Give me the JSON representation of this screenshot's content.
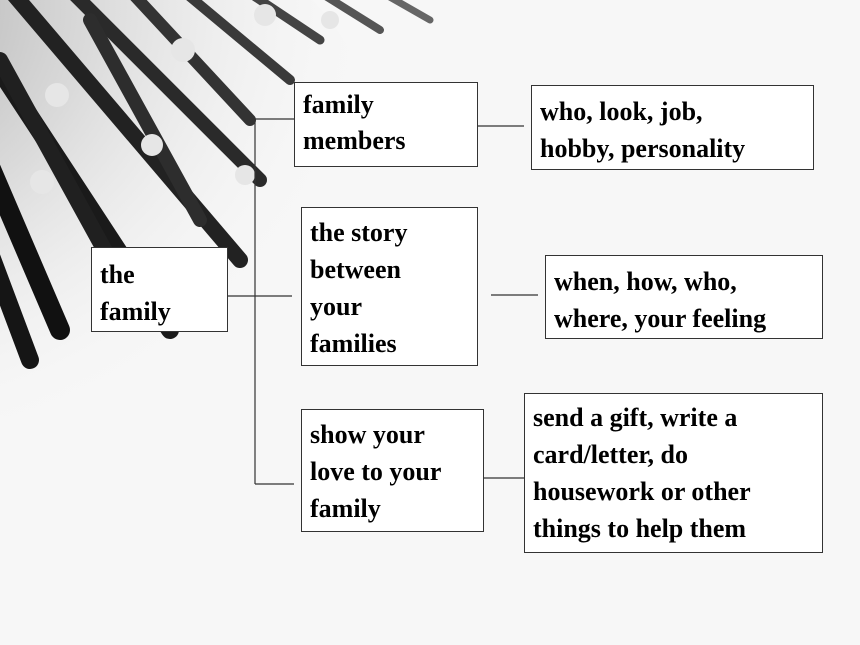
{
  "diagram": {
    "root": {
      "label": "the\nfamily"
    },
    "branches": [
      {
        "label": "family\nmembers",
        "details": "who, look, job,\nhobby, personality"
      },
      {
        "label": "the story\nbetween\nyour\nfamilies",
        "details": "when, how, who,\nwhere, your feeling"
      },
      {
        "label": "show your\nlove to your\nfamily",
        "details": "send a gift, write a\ncard/letter, do\nhousework or other\nthings to help them"
      }
    ]
  },
  "colors": {
    "background": "#f7f7f7",
    "box_border": "#333333",
    "connector": "#333333",
    "text": "#000000"
  }
}
